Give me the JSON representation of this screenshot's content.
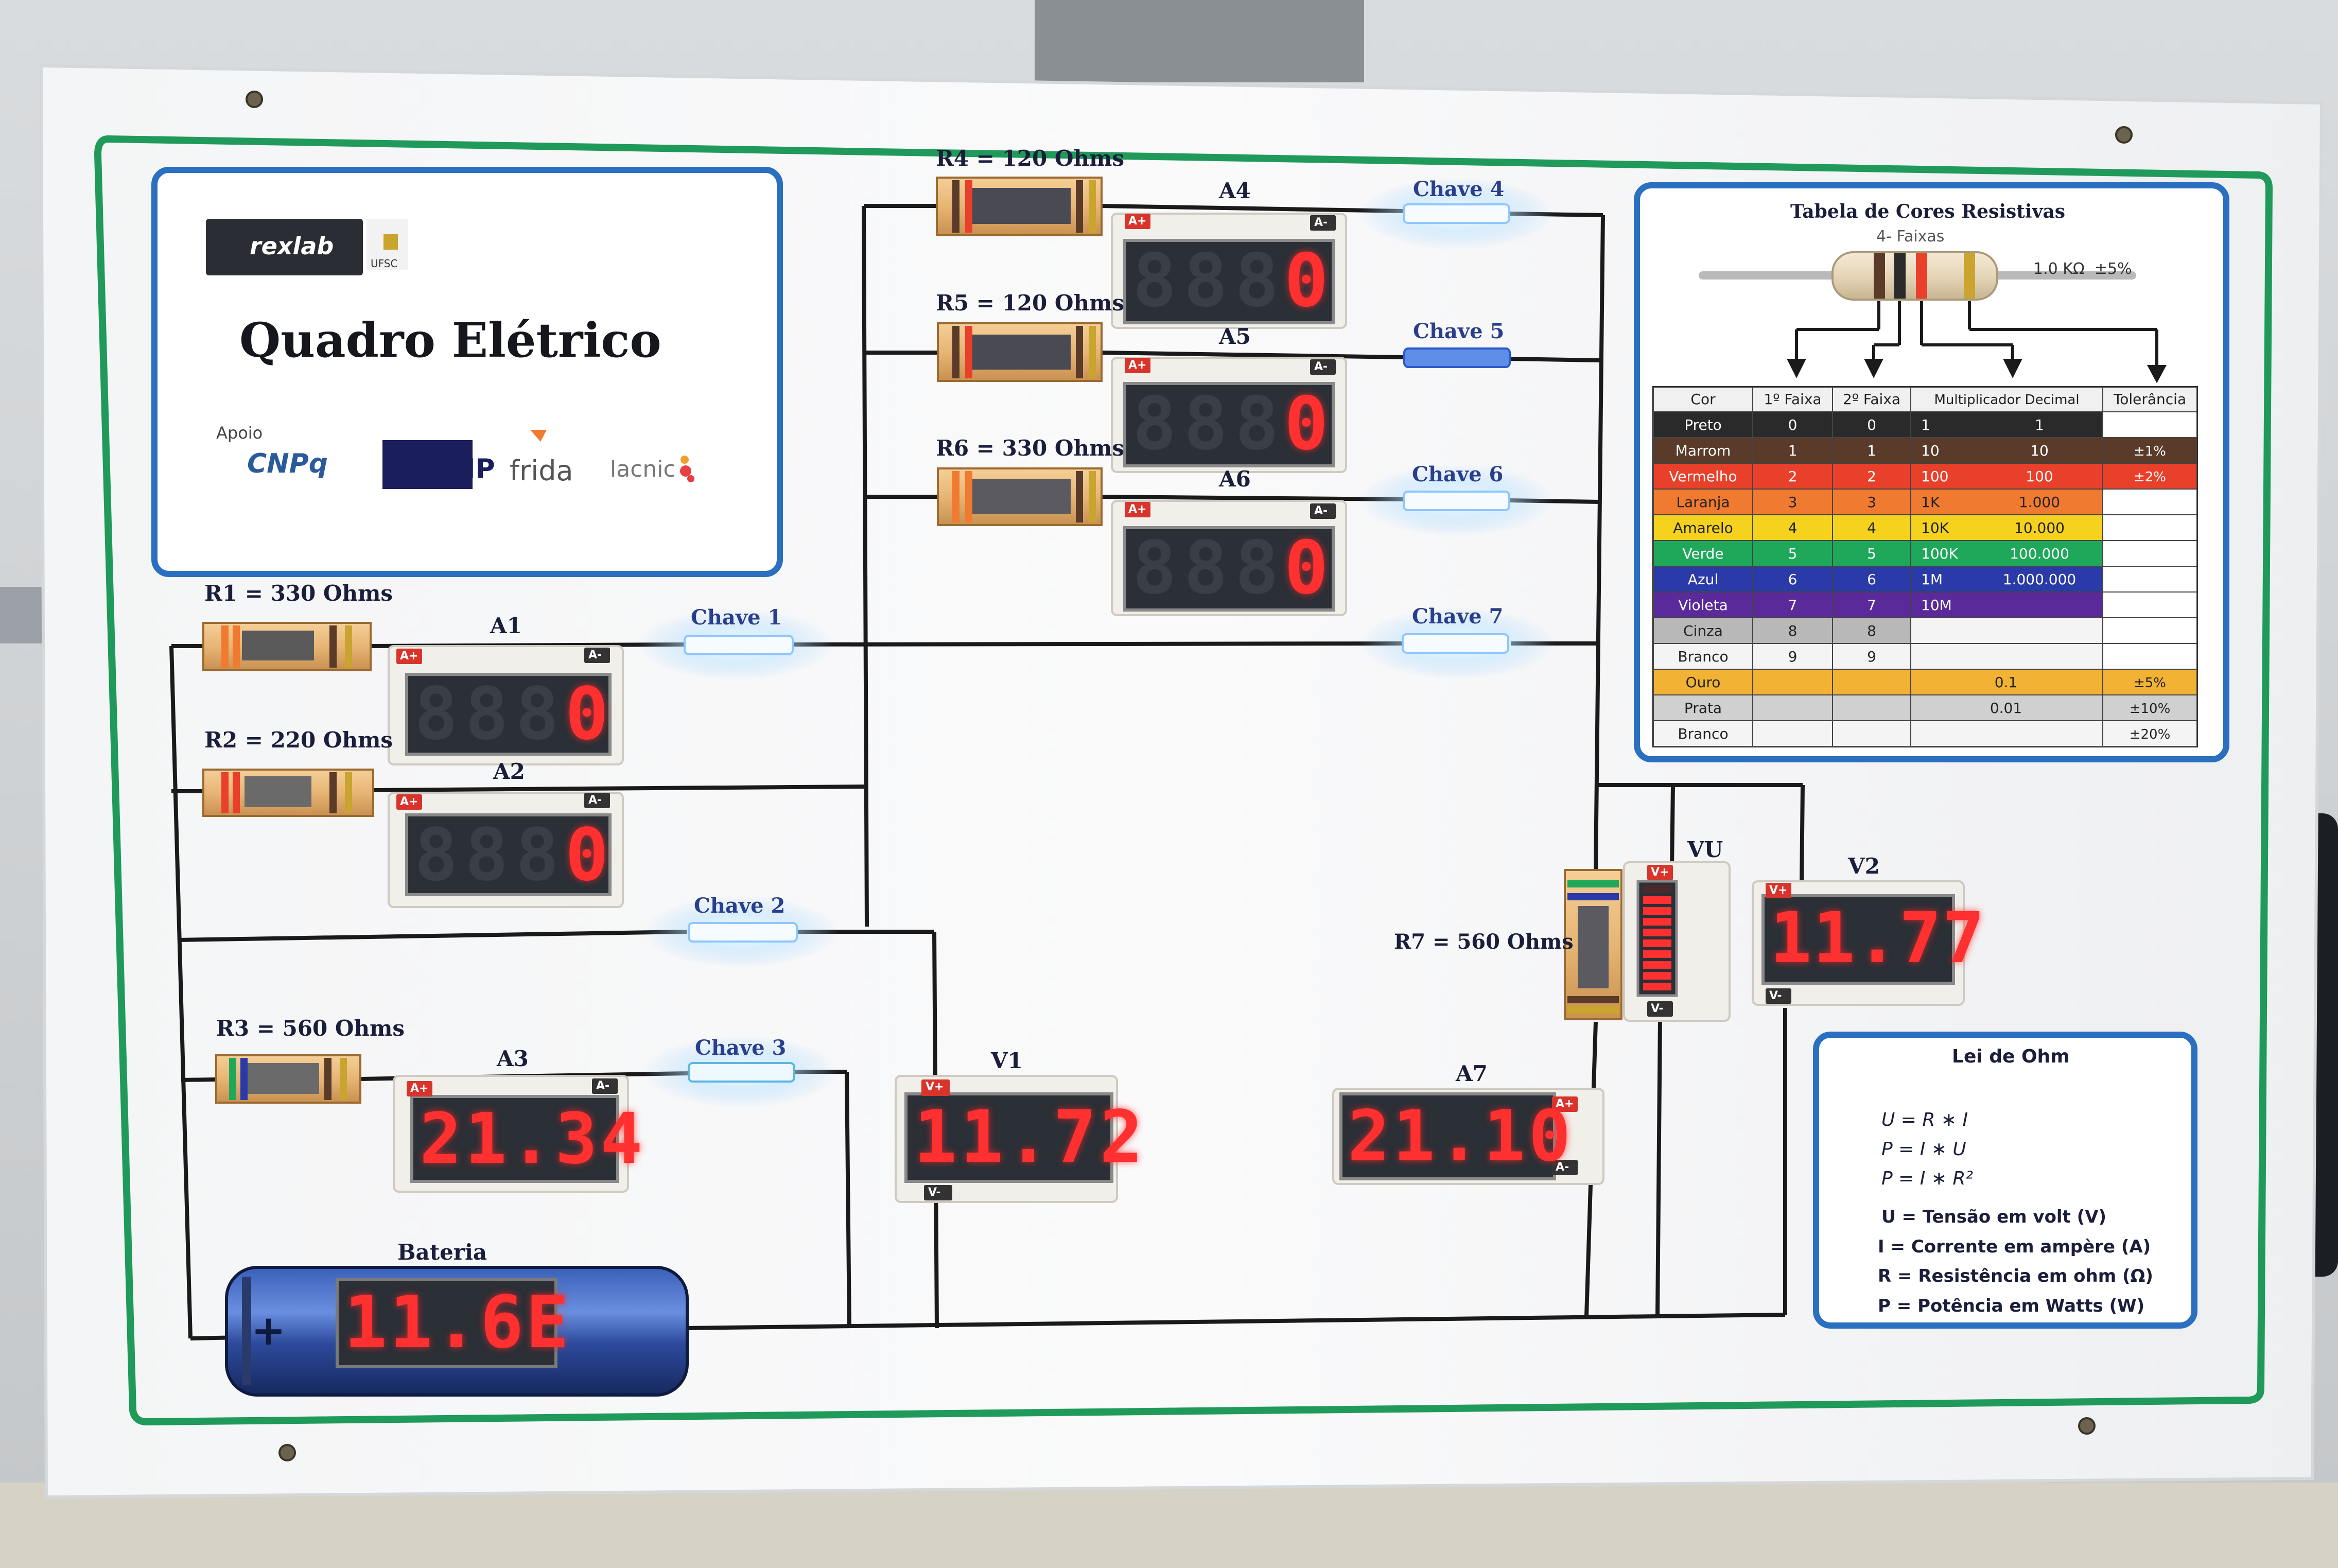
{
  "board": {
    "title": "Quadro Elétrico",
    "lab_logo": "rexlab",
    "university": "UFSC",
    "support_label": "Apoio",
    "sponsors": [
      "CNPq",
      "RNP",
      "frida",
      "lacnic"
    ]
  },
  "resistors": {
    "r1": "R1 = 330 Ohms",
    "r2": "R2 = 220 Ohms",
    "r3": "R3 = 560 Ohms",
    "r4": "R4 = 120 Ohms",
    "r5": "R5 = 120 Ohms",
    "r6": "R6 = 330 Ohms",
    "r7": "R7 = 560 Ohms"
  },
  "meters": {
    "a1": {
      "label": "A1",
      "value": "0"
    },
    "a2": {
      "label": "A2",
      "value": "0"
    },
    "a3": {
      "label": "A3",
      "value": "21.34"
    },
    "a4": {
      "label": "A4",
      "value": "0"
    },
    "a5": {
      "label": "A5",
      "value": "0"
    },
    "a6": {
      "label": "A6",
      "value": "0"
    },
    "a7": {
      "label": "A7",
      "value": "21.10"
    },
    "v1": {
      "label": "V1",
      "value": "11.72"
    },
    "v2": {
      "label": "V2",
      "value": "11.77"
    },
    "vu": {
      "label": "VU",
      "level": 0.9
    },
    "a_plus": "A+",
    "a_minus": "A-",
    "v_plus": "V+",
    "v_minus": "V-"
  },
  "battery": {
    "label": "Bateria",
    "value": "11.6E",
    "plus_sign": "+"
  },
  "switches": {
    "s1": "Chave 1",
    "s2": "Chave 2",
    "s3": "Chave 3",
    "s4": "Chave 4",
    "s5": "Chave 5",
    "s6": "Chave 6",
    "s7": "Chave 7"
  },
  "color_table": {
    "title": "Tabela de Cores Resistivas",
    "subtitle": "4- Faixas",
    "example_value": "1.0 KΩ  ±5%",
    "headers": [
      "Cor",
      "1º Faixa",
      "2º Faixa",
      "Multiplicador Decimal",
      "Tolerância"
    ],
    "rows": [
      {
        "cor": "Preto",
        "f1": "0",
        "f2": "0",
        "m1": "1",
        "m2": "1",
        "tol": "",
        "color": "#2a2a2a"
      },
      {
        "cor": "Marrom",
        "f1": "1",
        "f2": "1",
        "m1": "10",
        "m2": "10",
        "tol": "±1%",
        "color": "#5a3a28"
      },
      {
        "cor": "Vermelho",
        "f1": "2",
        "f2": "2",
        "m1": "100",
        "m2": "100",
        "tol": "±2%",
        "color": "#e8402a"
      },
      {
        "cor": "Laranja",
        "f1": "3",
        "f2": "3",
        "m1": "1K",
        "m2": "1.000",
        "tol": "",
        "color": "#f07a30"
      },
      {
        "cor": "Amarelo",
        "f1": "4",
        "f2": "4",
        "m1": "10K",
        "m2": "10.000",
        "tol": "",
        "color": "#f4d21e"
      },
      {
        "cor": "Verde",
        "f1": "5",
        "f2": "5",
        "m1": "100K",
        "m2": "100.000",
        "tol": "",
        "color": "#1fa85a"
      },
      {
        "cor": "Azul",
        "f1": "6",
        "f2": "6",
        "m1": "1M",
        "m2": "1.000.000",
        "tol": "",
        "color": "#2a3aa8"
      },
      {
        "cor": "Violeta",
        "f1": "7",
        "f2": "7",
        "m1": "10M",
        "m2": "",
        "tol": "",
        "color": "#5a2a9a"
      },
      {
        "cor": "Cinza",
        "f1": "8",
        "f2": "8",
        "m1": "",
        "m2": "",
        "tol": "",
        "color": "#b8b8b8"
      },
      {
        "cor": "Branco",
        "f1": "9",
        "f2": "9",
        "m1": "",
        "m2": "",
        "tol": "",
        "color": "#f4f4f4"
      },
      {
        "cor": "Ouro",
        "f1": "",
        "f2": "",
        "m1": "",
        "m2": "0.1",
        "tol": "±5%",
        "color": "#f2b233"
      },
      {
        "cor": "Prata",
        "f1": "",
        "f2": "",
        "m1": "",
        "m2": "0.01",
        "tol": "±10%",
        "color": "#d0d0d0"
      },
      {
        "cor": "Branco",
        "f1": "",
        "f2": "",
        "m1": "",
        "m2": "",
        "tol": "±20%",
        "color": "#f4f4f4"
      }
    ]
  },
  "ohm_law": {
    "title": "Lei de Ohm",
    "f1": "U = R ∗ I",
    "f2": "P = I ∗ U",
    "f3": "P = I ∗ R²",
    "l1": "U = Tensão em volt (V)",
    "l2": "I = Corrente em ampère (A)",
    "l3": "R = Resistência em ohm (Ω)",
    "l4": "P = Potência em Watts (W)"
  },
  "colors": {
    "led_red": "#ff3030",
    "switch_glow": "#dff4ff",
    "frame_green": "#1f9a5a",
    "frame_blue": "#2a6fc0"
  }
}
